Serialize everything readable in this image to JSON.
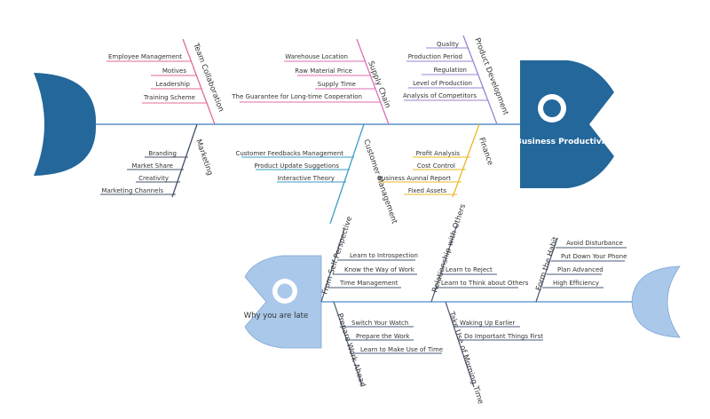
{
  "colors": {
    "dark_fish": "#23679b",
    "light_fish": "#aac8ea",
    "light_fish_stroke": "#7fa6d4",
    "spine_dark": "#5b8fc4",
    "spine_light": "#6b9fd6"
  },
  "diagram1": {
    "effect": "Business Productivity",
    "causes": [
      {
        "name": "Team Collaboration",
        "color": "#e06b8f",
        "items": [
          "Employee Management",
          "Motives",
          "Leadership",
          "Training Scheme"
        ]
      },
      {
        "name": "Supply Chain",
        "color": "#e06bb4",
        "items": [
          "Warehouse Location",
          "Raw Material Price",
          "Supply Time",
          "The Guarantee for Long-time Cooperation"
        ]
      },
      {
        "name": "Product Development",
        "color": "#9b82cf",
        "items": [
          "Quality",
          "Production Period",
          "Regulation",
          "Level of Production",
          "Analysis of Competitors"
        ]
      },
      {
        "name": "Marketing",
        "color": "#43506a",
        "items": [
          "Branding",
          "Market Share",
          "Creativity",
          "Marketing Channels"
        ]
      },
      {
        "name": "Customer Management",
        "color": "#3a9ec6",
        "items": [
          "Customer Feedbacks Management",
          "Product Update Suggetions",
          "Interactive Theory"
        ]
      },
      {
        "name": "Finance",
        "color": "#e8b829",
        "items": [
          "Profit Analysis",
          "Cost Control",
          "Business Aunnal Report",
          "Fixed Assets"
        ]
      }
    ]
  },
  "diagram2": {
    "effect": "Why you are late",
    "causes": [
      {
        "name": "From Self Perspective",
        "color": "#4a5a78",
        "items": [
          "Learn to Introspection",
          "Know the Way of Work",
          "Time Management"
        ]
      },
      {
        "name": "Relationship with Others",
        "color": "#4a5a78",
        "items": [
          "Learn to Reject",
          "Learn to Think about Others"
        ]
      },
      {
        "name": "Form the Habit",
        "color": "#4a5a78",
        "items": [
          "Avoid Disturbance",
          "Put Down Your Phone",
          "Plan Advanced",
          "High Efficiency"
        ]
      },
      {
        "name": "Prepare Work Ahead",
        "color": "#4a5a78",
        "items": [
          "Switch Your Watch",
          "Prepare the Work",
          "Learn to Make Use of Time"
        ]
      },
      {
        "name": "Take Use of Morning Time",
        "color": "#4a5a78",
        "items": [
          "Waking Up Earlier",
          "Do Important Things First"
        ]
      }
    ]
  }
}
